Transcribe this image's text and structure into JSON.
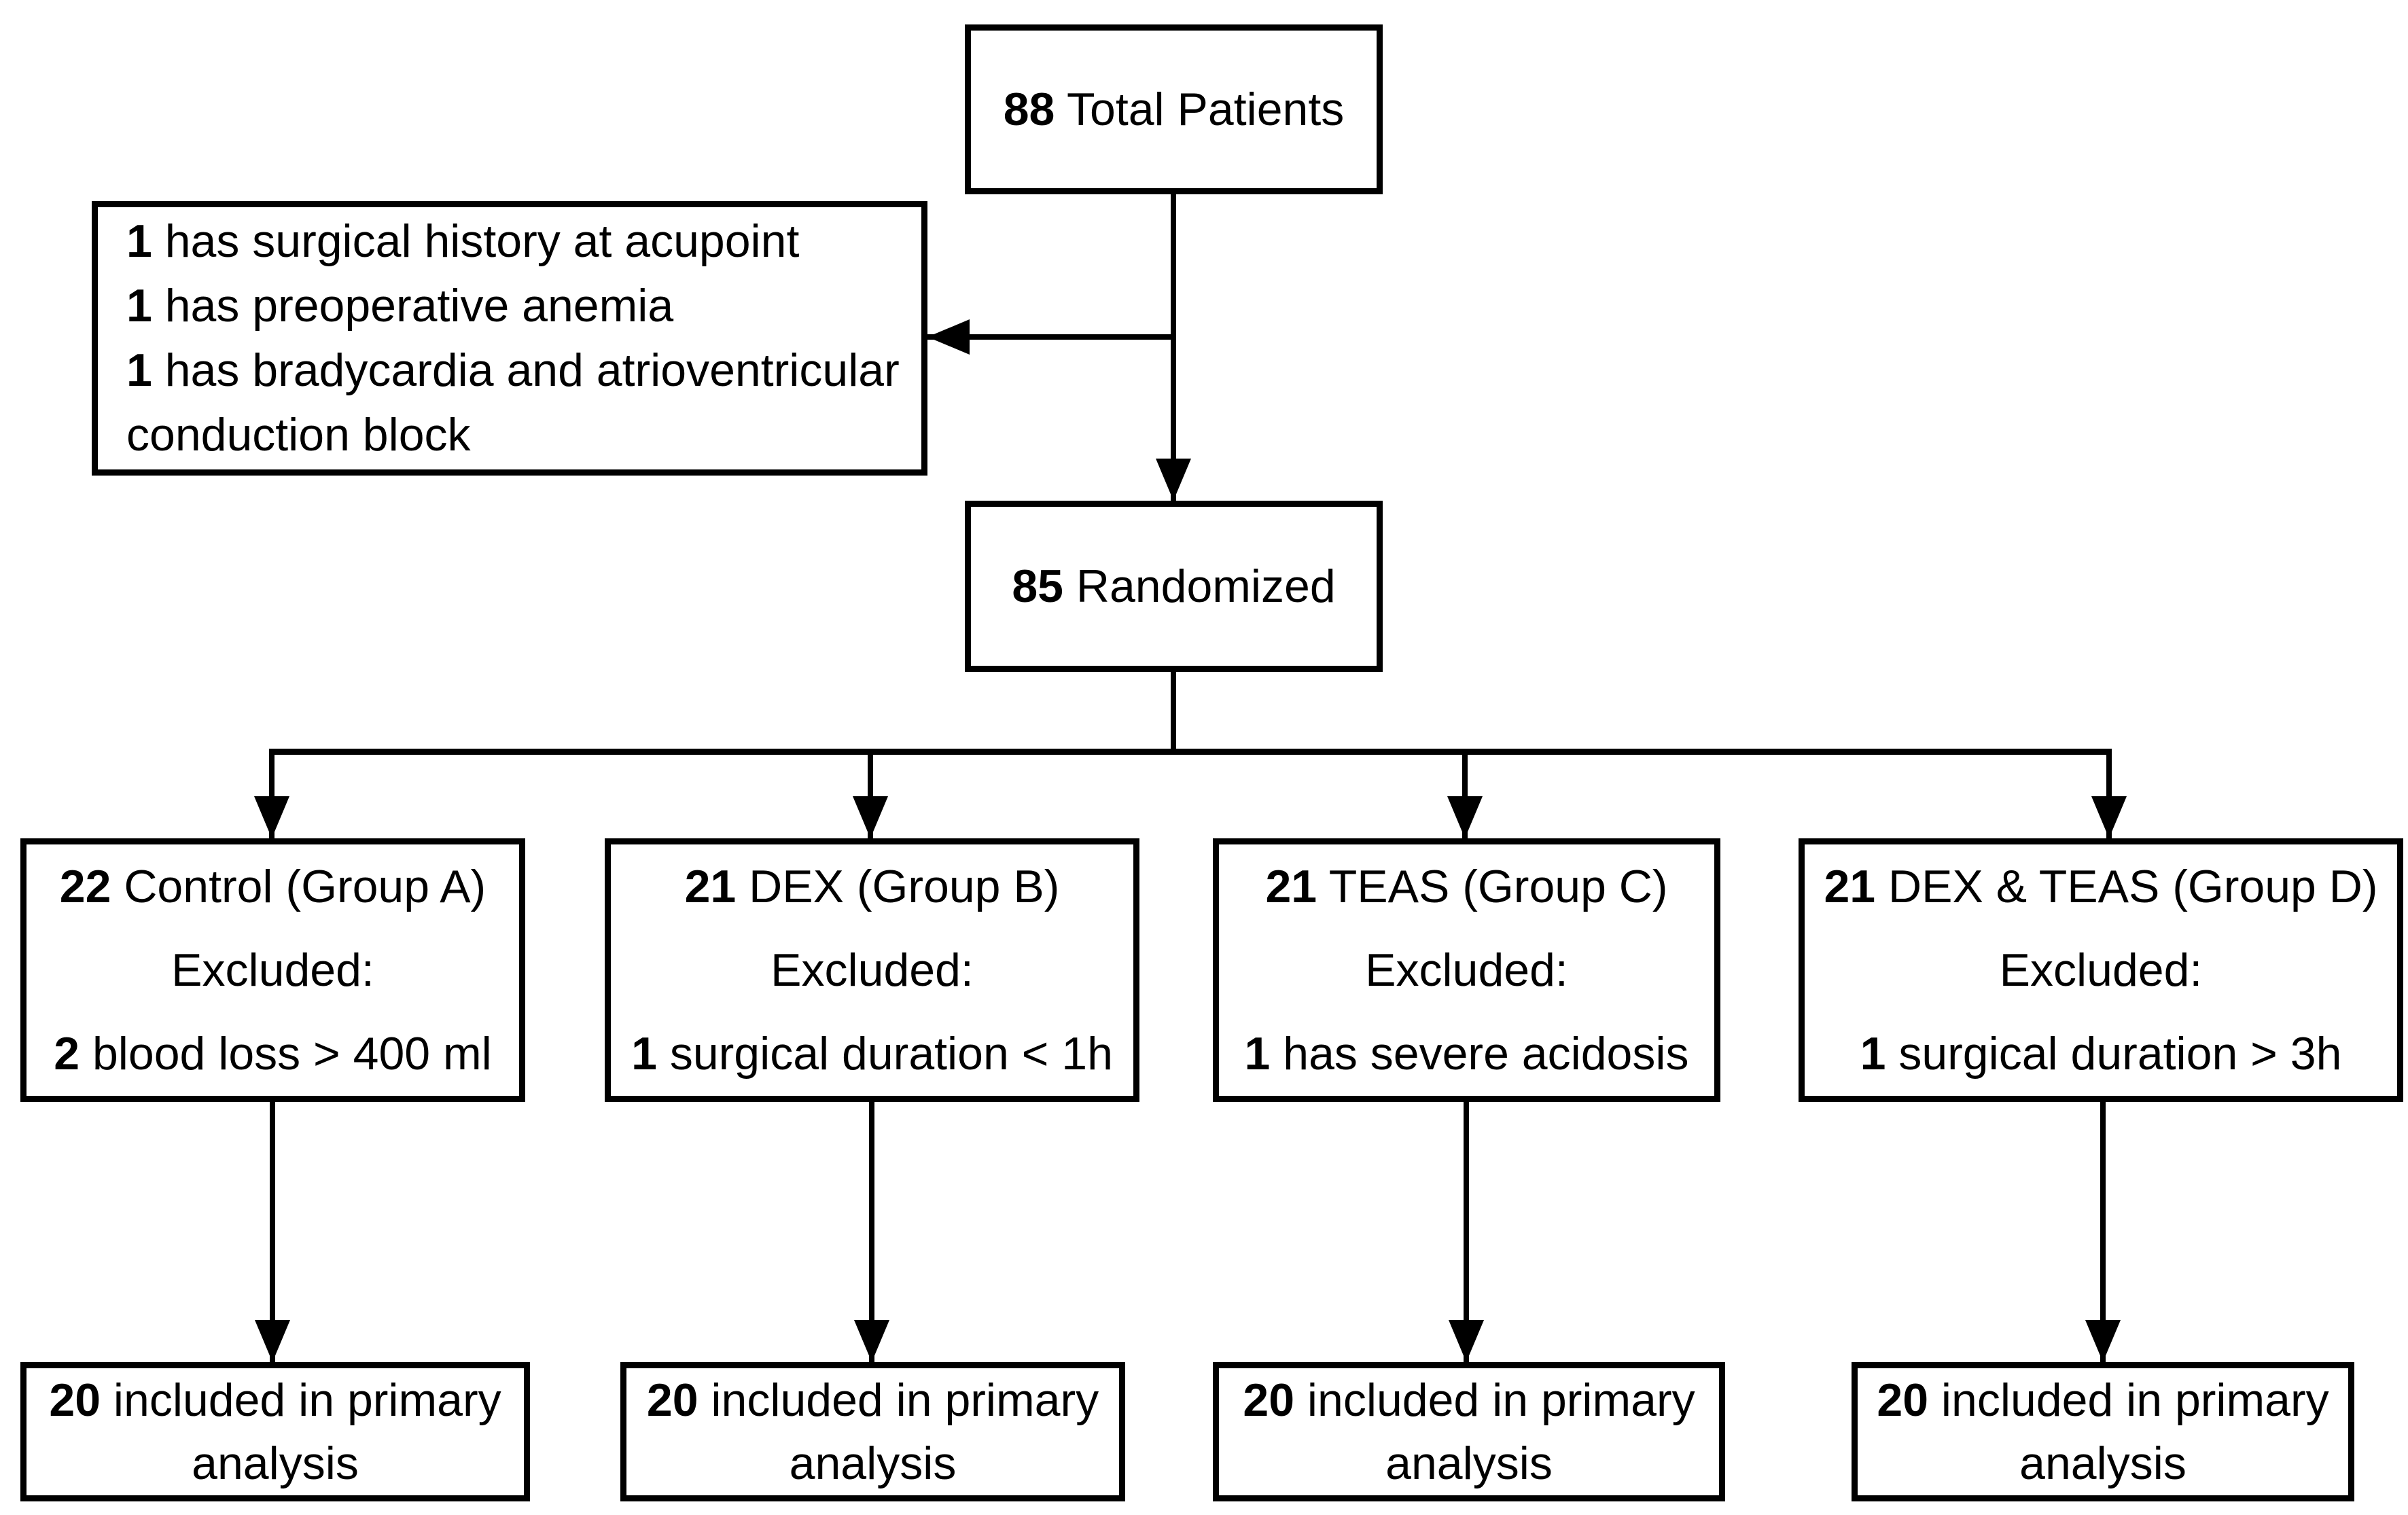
{
  "figure": {
    "background_color": "#ffffff",
    "line_color": "#000000",
    "text_color": "#000000"
  },
  "total": {
    "count": "88",
    "label": "Total Patients"
  },
  "pre_randomization_exclusions": {
    "items": [
      {
        "count": "1",
        "label": "has surgical history at acupoint"
      },
      {
        "count": "1",
        "label": "has preoperative anemia"
      },
      {
        "count": "1",
        "label": "has bradycardia and atrioventricular conduction block"
      }
    ]
  },
  "randomized": {
    "count": "85",
    "label": "Randomized"
  },
  "groups": [
    {
      "count": "22",
      "label": "Control (Group A)",
      "excluded_heading": "Excluded:",
      "excluded_count": "2",
      "excluded_reason": "blood loss > 400 ml",
      "analysis_count": "20",
      "analysis_label": "included in primary analysis"
    },
    {
      "count": "21",
      "label": "DEX (Group B)",
      "excluded_heading": "Excluded:",
      "excluded_count": "1",
      "excluded_reason": "surgical duration < 1h",
      "analysis_count": "20",
      "analysis_label": "included in primary analysis"
    },
    {
      "count": "21",
      "label": "TEAS (Group C)",
      "excluded_heading": "Excluded:",
      "excluded_count": "1",
      "excluded_reason": "has severe acidosis",
      "analysis_count": "20",
      "analysis_label": "included in primary analysis"
    },
    {
      "count": "21",
      "label": "DEX & TEAS (Group D)",
      "excluded_heading": "Excluded:",
      "excluded_count": "1",
      "excluded_reason": "surgical duration > 3h",
      "analysis_count": "20",
      "analysis_label": "included in primary analysis"
    }
  ]
}
